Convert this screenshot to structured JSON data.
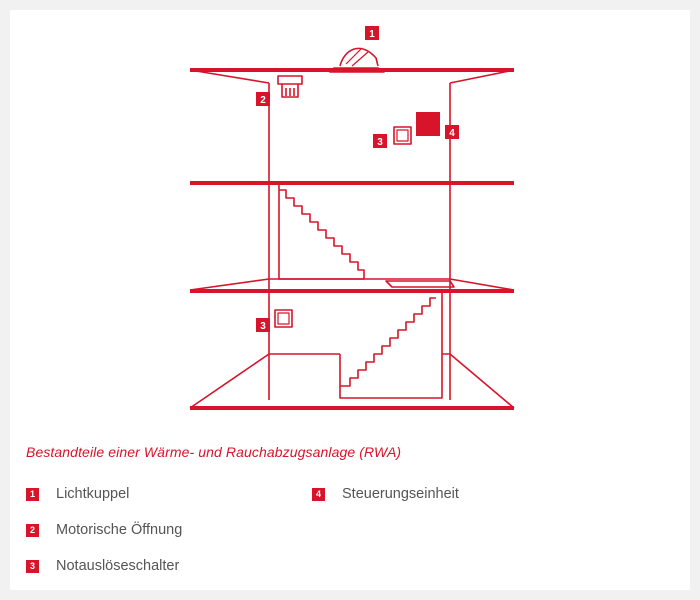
{
  "caption": "Bestandteile einer Wärme- und Rauchabzugsanlage (RWA)",
  "accent_color": "#d7142a",
  "markers": [
    {
      "number": "1",
      "component": "Lichtkuppel"
    },
    {
      "number": "2",
      "component": "Motorische Öffnung"
    },
    {
      "number": "3",
      "component": "Notauslöseschalter"
    },
    {
      "number": "3",
      "component": "Notauslöseschalter"
    },
    {
      "number": "4",
      "component": "Steuerungseinheit"
    }
  ],
  "legend": [
    {
      "number": "1",
      "label": "Lichtkuppel"
    },
    {
      "number": "2",
      "label": "Motorische Öffnung"
    },
    {
      "number": "3",
      "label": "Notauslöseschalter"
    },
    {
      "number": "4",
      "label": "Steuerungseinheit"
    }
  ]
}
